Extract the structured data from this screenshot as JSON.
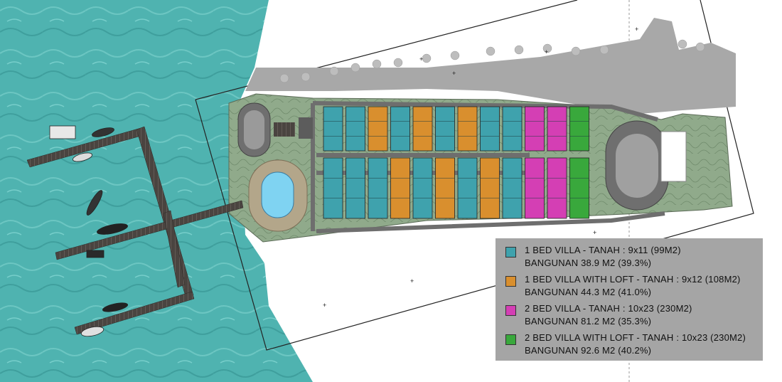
{
  "colors": {
    "water": "#4fb3b0",
    "water_dark": "#2e8f8e",
    "land": "#8fa98a",
    "land_light": "#a7bd9d",
    "forest_shadow": "#a3a3a3",
    "pier": "#4a4440",
    "pool": "#7fd3f2",
    "road": "#6e6e6e",
    "plot_outline": "#222222"
  },
  "legend": {
    "items": [
      {
        "color": "#3fa2ad",
        "title": "1 BED VILLA - TANAH : 9x11 (99M2)",
        "subtitle": "BANGUNAN 38.9 M2 (39.3%)"
      },
      {
        "color": "#d98f2e",
        "title": "1 BED VILLA WITH LOFT - TANAH : 9x12 (108M2)",
        "subtitle": "BANGUNAN 44.3 M2 (41.0%)"
      },
      {
        "color": "#d43fb4",
        "title": "2 BED VILLA  - TANAH : 10x23 (230M2)",
        "subtitle": "BANGUNAN 81.2 M2 (35.3%)"
      },
      {
        "color": "#39a83c",
        "title": "2 BED VILLA  WITH LOFT - TANAH : 10x23 (230M2)",
        "subtitle": "BANGUNAN 92.6 M2 (40.2%)"
      }
    ]
  },
  "villa_rows": {
    "top": [
      "teal",
      "teal",
      "orange",
      "teal",
      "orange",
      "teal",
      "orange",
      "teal",
      "teal",
      "magenta",
      "magenta",
      "green"
    ],
    "bottom": [
      "teal",
      "teal",
      "teal",
      "orange",
      "teal",
      "orange",
      "teal",
      "orange",
      "teal",
      "magenta",
      "magenta",
      "green"
    ]
  },
  "boat_icons": [
    "boat-icon",
    "jetski-icon",
    "speedboat-icon"
  ]
}
